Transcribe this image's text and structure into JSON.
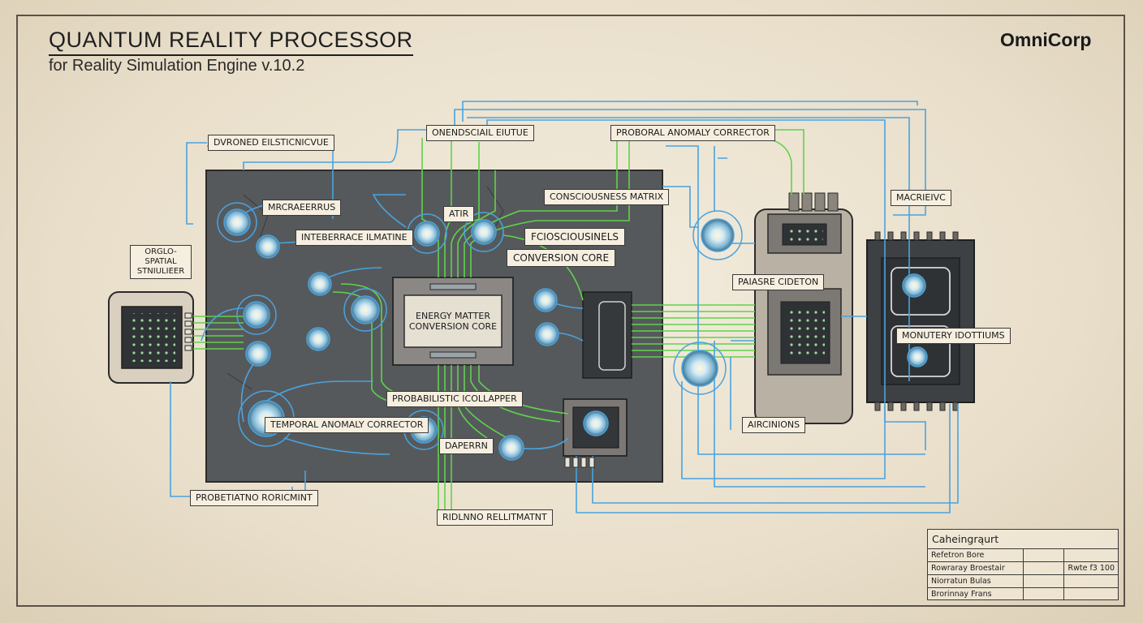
{
  "header": {
    "title": "QUANTUM REALITY PROCESSOR",
    "subtitle": "for Reality Simulation Engine v.10.2",
    "brand": "OmniCorp"
  },
  "labels": {
    "dvronedeil": "DVRONED EILSTICNICVUE",
    "onendsciaal": "ONENDSCIAIL EIUTUE",
    "probdral": "PROBORAL ANOMALY CORRECTOR",
    "mrcraeerrus": "MRCRAEERRUS",
    "consciousness_matrix": "CONSCIOUSNESS MATRIX",
    "atir": "ATIR",
    "interference": "INTEBERRACE ILMATINE",
    "fcioscious": "FCIOSCIOUSINELS",
    "conversion_core": "CONVERSION CORE",
    "orglo_spatial": "ORGLO-SPATIAL STNIULIEER",
    "macrienc": "MACRIEIVC",
    "paiasre": "PAIASRE CIDETON",
    "monutery": "MONUTERY IDOTTIUMS",
    "core": "ENERGY MATTER CONVERSION CORE",
    "probabilistic": "PROBABILISTIC ICOLLAPPER",
    "temporal": "TEMPORAL ANOMALY CORRECTOR",
    "daperrn": "DAPERRN",
    "aircinions": "AIRCINIONS",
    "probetiatno": "PROBETIATNO RORICMINT",
    "ridlnno": "RIDLNNO RELLITMATNT"
  },
  "legend": {
    "title": "Caheingrąurt",
    "rows": [
      {
        "col1": "Refetron Bore",
        "col2": "",
        "col3": ""
      },
      {
        "col1": "Rowraray Broestair",
        "col2": "",
        "col3": "Rwte f3 100"
      },
      {
        "col1": "Niorratun Bulas",
        "col2": "",
        "col3": ""
      },
      {
        "col1": "Brorinnay Frans",
        "col2": "",
        "col3": ""
      }
    ]
  },
  "colors": {
    "background": "#ece3d2",
    "board": "#56595c",
    "trace_blue": "#4aa3df",
    "trace_green": "#5fd34a",
    "node_glow": "#cfeaf7",
    "outline": "#2b2b2b"
  }
}
